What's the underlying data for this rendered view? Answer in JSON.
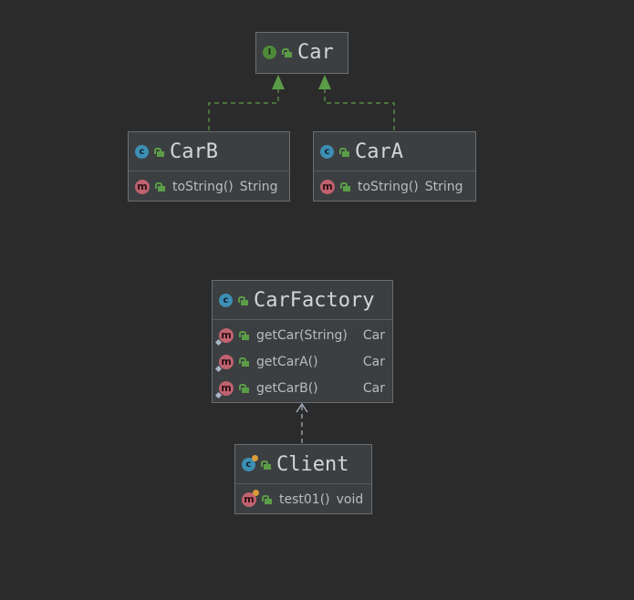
{
  "diagram": {
    "nodes": {
      "car": {
        "kind_icon": "interface-icon",
        "kind_letter": "I",
        "title": "Car",
        "members": []
      },
      "carb": {
        "kind_icon": "class-icon",
        "kind_letter": "c",
        "title": "CarB",
        "members": [
          {
            "icon": "method-icon",
            "letter": "m",
            "name": "toString()",
            "type": "String"
          }
        ]
      },
      "cara": {
        "kind_icon": "class-icon",
        "kind_letter": "c",
        "title": "CarA",
        "members": [
          {
            "icon": "method-icon",
            "letter": "m",
            "name": "toString()",
            "type": "String"
          }
        ]
      },
      "carfactory": {
        "kind_icon": "class-icon",
        "kind_letter": "c",
        "title": "CarFactory",
        "members": [
          {
            "icon": "static-method-icon",
            "letter": "m",
            "name": "getCar(String)",
            "type": "Car"
          },
          {
            "icon": "static-method-icon",
            "letter": "m",
            "name": "getCarA()",
            "type": "Car"
          },
          {
            "icon": "static-method-icon",
            "letter": "m",
            "name": "getCarB()",
            "type": "Car"
          }
        ]
      },
      "client": {
        "kind_icon": "class-icon",
        "kind_letter": "c",
        "title": "Client",
        "members": [
          {
            "icon": "test-method-icon",
            "letter": "m",
            "name": "test01()",
            "type": "void"
          }
        ]
      }
    },
    "relations": [
      {
        "from": "CarB",
        "to": "Car",
        "type": "implements",
        "line": "dashed",
        "color": "#5b9d47"
      },
      {
        "from": "CarA",
        "to": "Car",
        "type": "implements",
        "line": "dashed",
        "color": "#5b9d47"
      },
      {
        "from": "Client",
        "to": "CarFactory",
        "type": "dependency",
        "line": "dashed",
        "color": "#a9b7c6"
      }
    ],
    "colors": {
      "background": "#2b2b2b",
      "node_fill": "#3c3f41",
      "node_border": "#6b6e70",
      "interface_icon": "#4e8a3a",
      "class_icon": "#3d8fb3",
      "method_icon": "#c0626f",
      "visibility_lock": "#5b9d47"
    }
  }
}
